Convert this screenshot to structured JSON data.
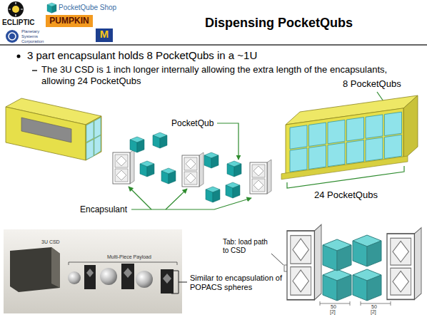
{
  "diagram": {
    "title": "Dispensing PocketQubs",
    "labels": [
      "ECLIPTIC",
      "PocketQube Shop",
      "PUMPKIN",
      "Planetary Systems Corporation",
      "M",
      "3 part encapsulant holds 8 PocketQubs in a ~1U",
      "The 3U CSD is 1 inch longer internally allowing the extra length of the encapsulants, allowing 24 PocketQubs",
      "PocketQub",
      "8 PocketQubs",
      "Encapsulant",
      "24 PocketQubs",
      "3U CSD",
      "Multi-Piece Payload",
      "Similar to encapsulation of POPACS spheres",
      "Tab: load path to CSD",
      "50",
      "[2]",
      "50",
      "[2]"
    ]
  }
}
